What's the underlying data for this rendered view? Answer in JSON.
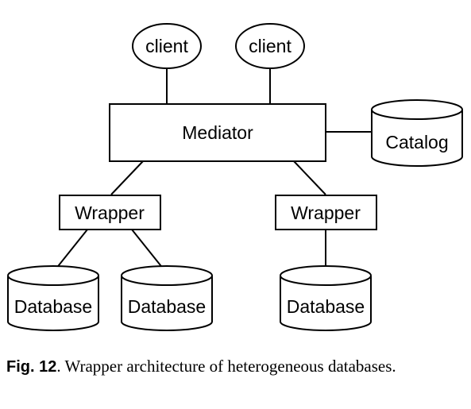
{
  "diagram": {
    "nodes": {
      "client_left": "client",
      "client_right": "client",
      "mediator": "Mediator",
      "catalog": "Catalog",
      "wrapper_left": "Wrapper",
      "wrapper_right": "Wrapper",
      "database_1": "Database",
      "database_2": "Database",
      "database_3": "Database"
    }
  },
  "caption": {
    "label": "Fig. 12",
    "separator": ".",
    "text": " Wrapper architecture of heterogeneous databases."
  }
}
